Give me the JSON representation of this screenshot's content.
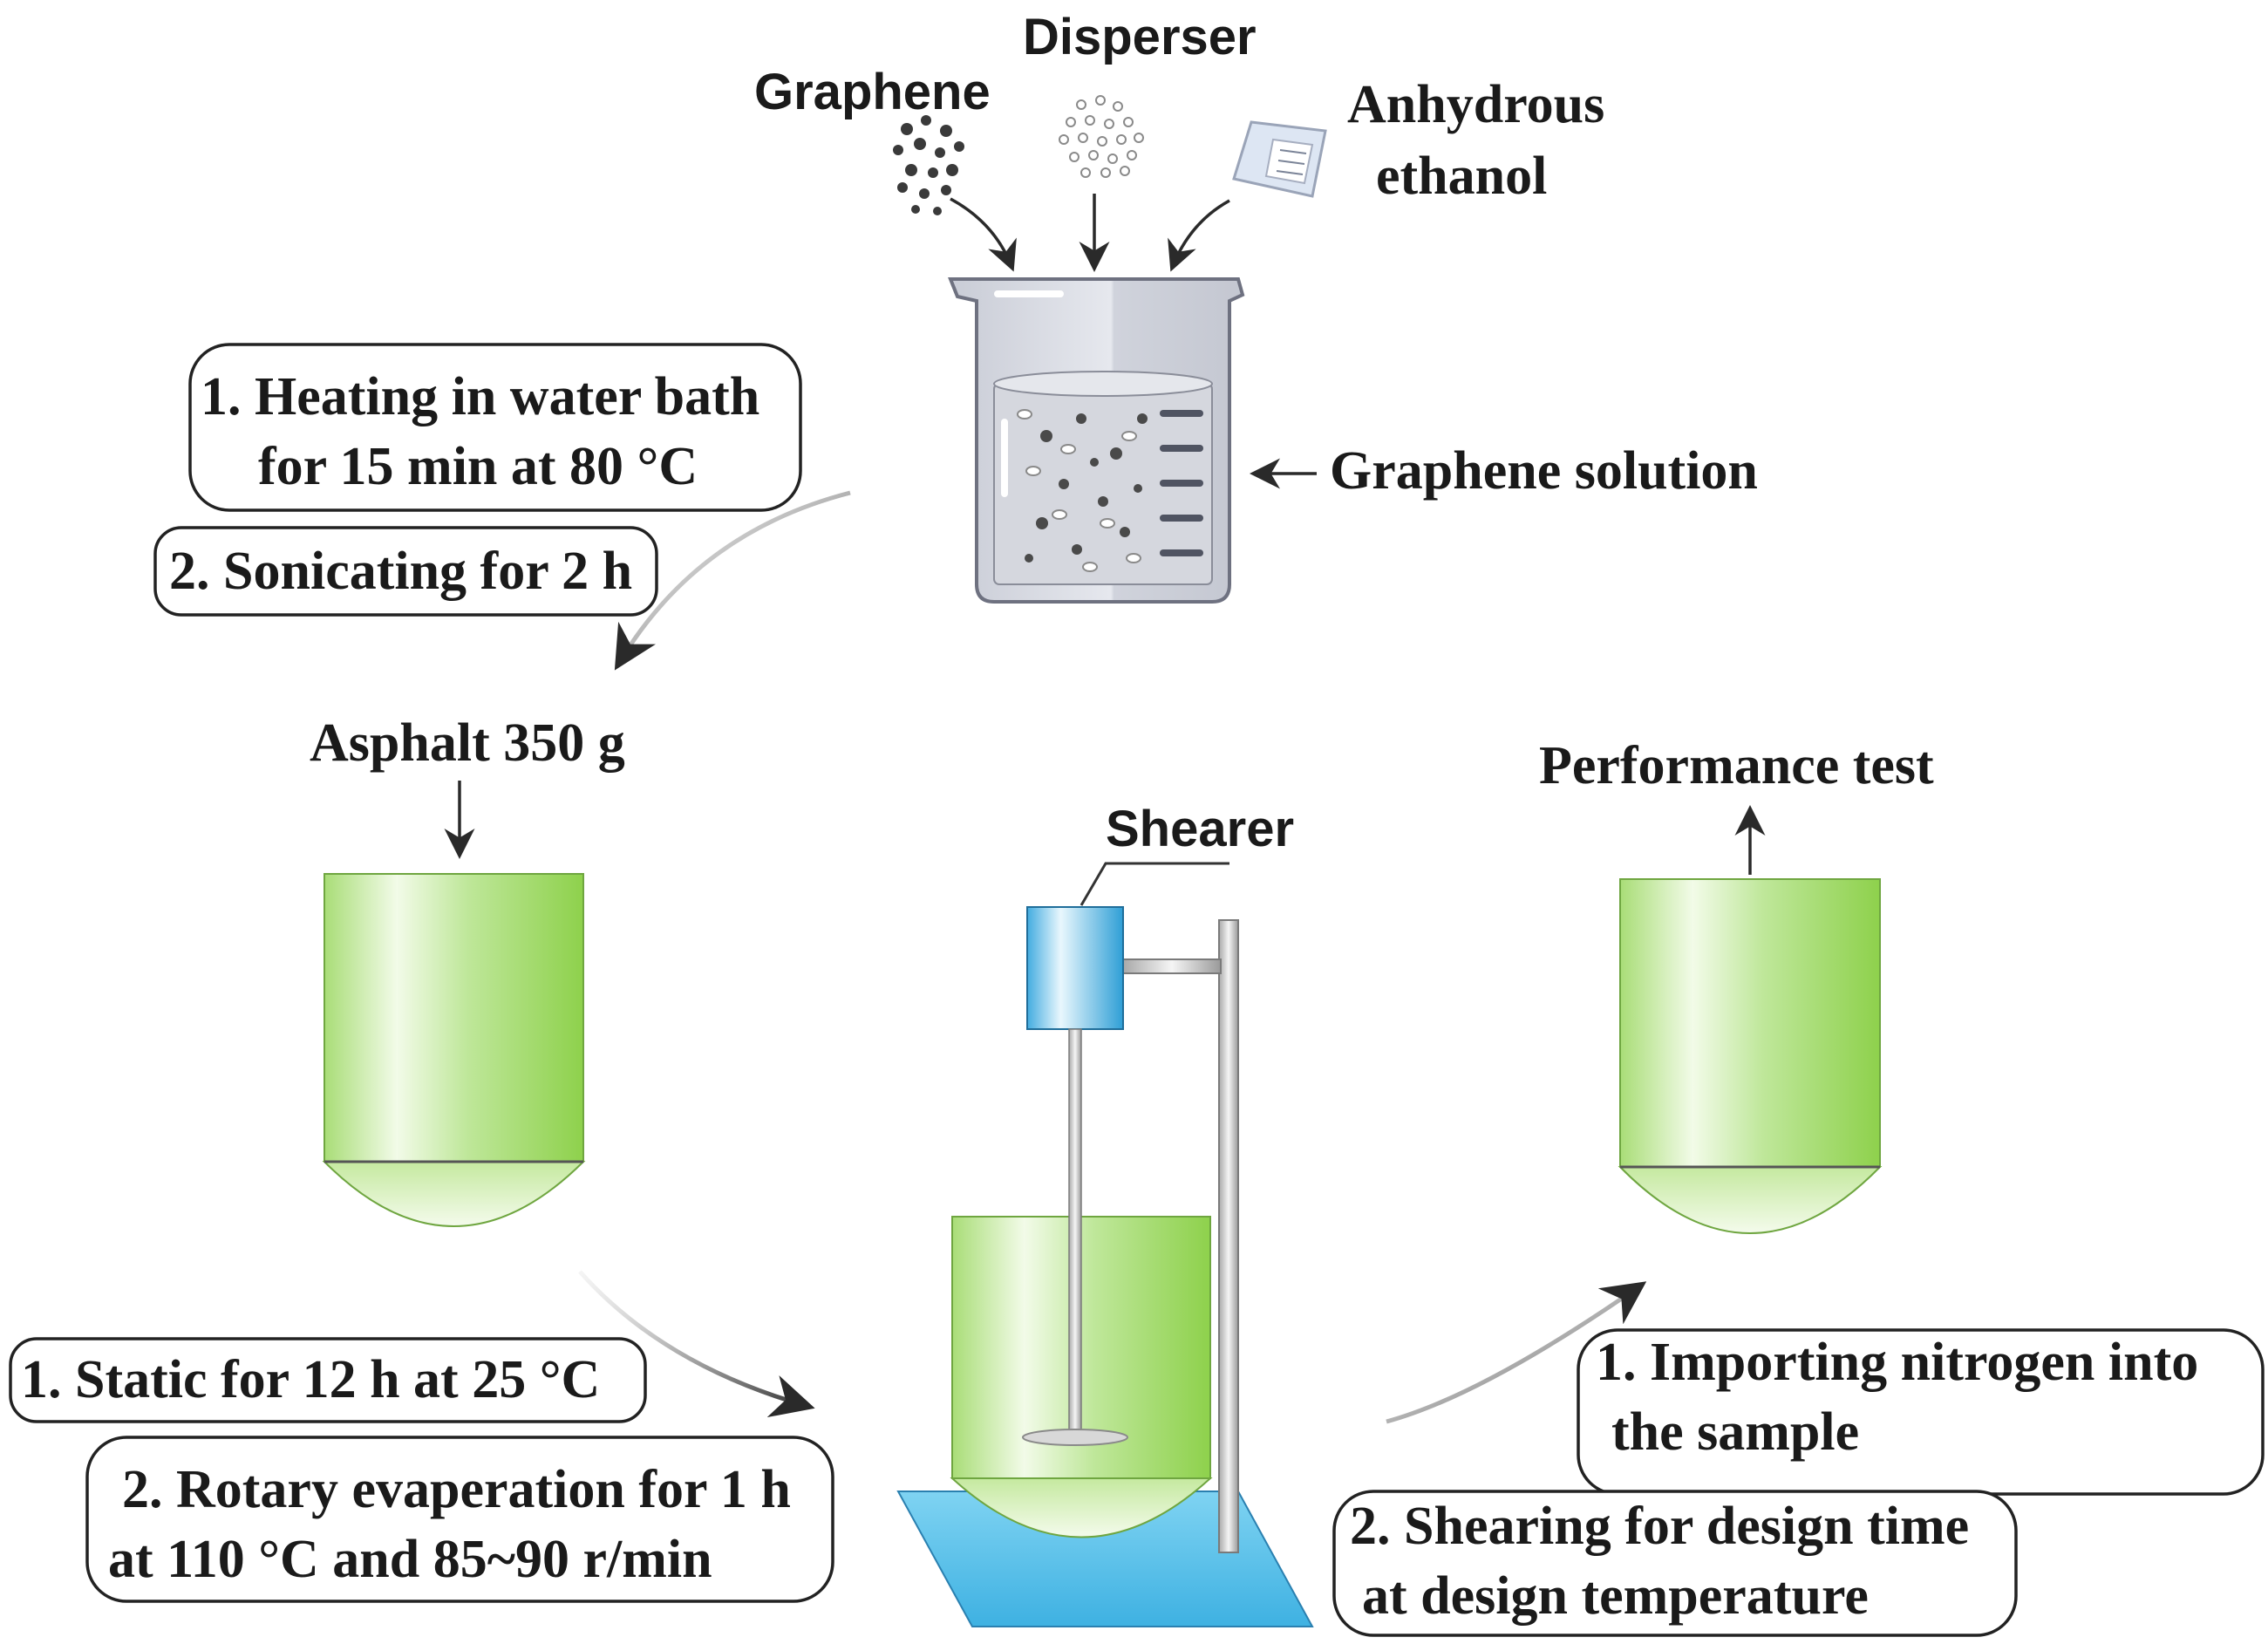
{
  "inputs": {
    "graphene": "Graphene",
    "disperser": "Disperser",
    "ethanol_line1": "Anhydrous",
    "ethanol_line2": "ethanol"
  },
  "beaker_label": "Graphene solution",
  "step_prep": {
    "line1": "1. Heating in water bath",
    "line2": "for 15 min at 80 °C",
    "step2": "2. Sonicating for 2 h"
  },
  "asphalt_label": "Asphalt 350 g",
  "step_mix": {
    "step1": "1. Static for 12 h at 25 °C",
    "step2_line1": "2. Rotary evaperation for 1 h",
    "step2_line2": "at 110 °C and 85~90 r/min"
  },
  "shearer_label": "Shearer",
  "performance_label": "Performance test",
  "step_final": {
    "step1_line1": "1. Importing nitrogen into",
    "step1_line2": "the sample",
    "step2_line1": "2. Shearing for design time",
    "step2_line2": "at design temperature"
  },
  "colors": {
    "asphalt_green": "#8fd14f",
    "shearer_blue": "#3aa8dc",
    "plate_blue": "#5fc2ec"
  }
}
